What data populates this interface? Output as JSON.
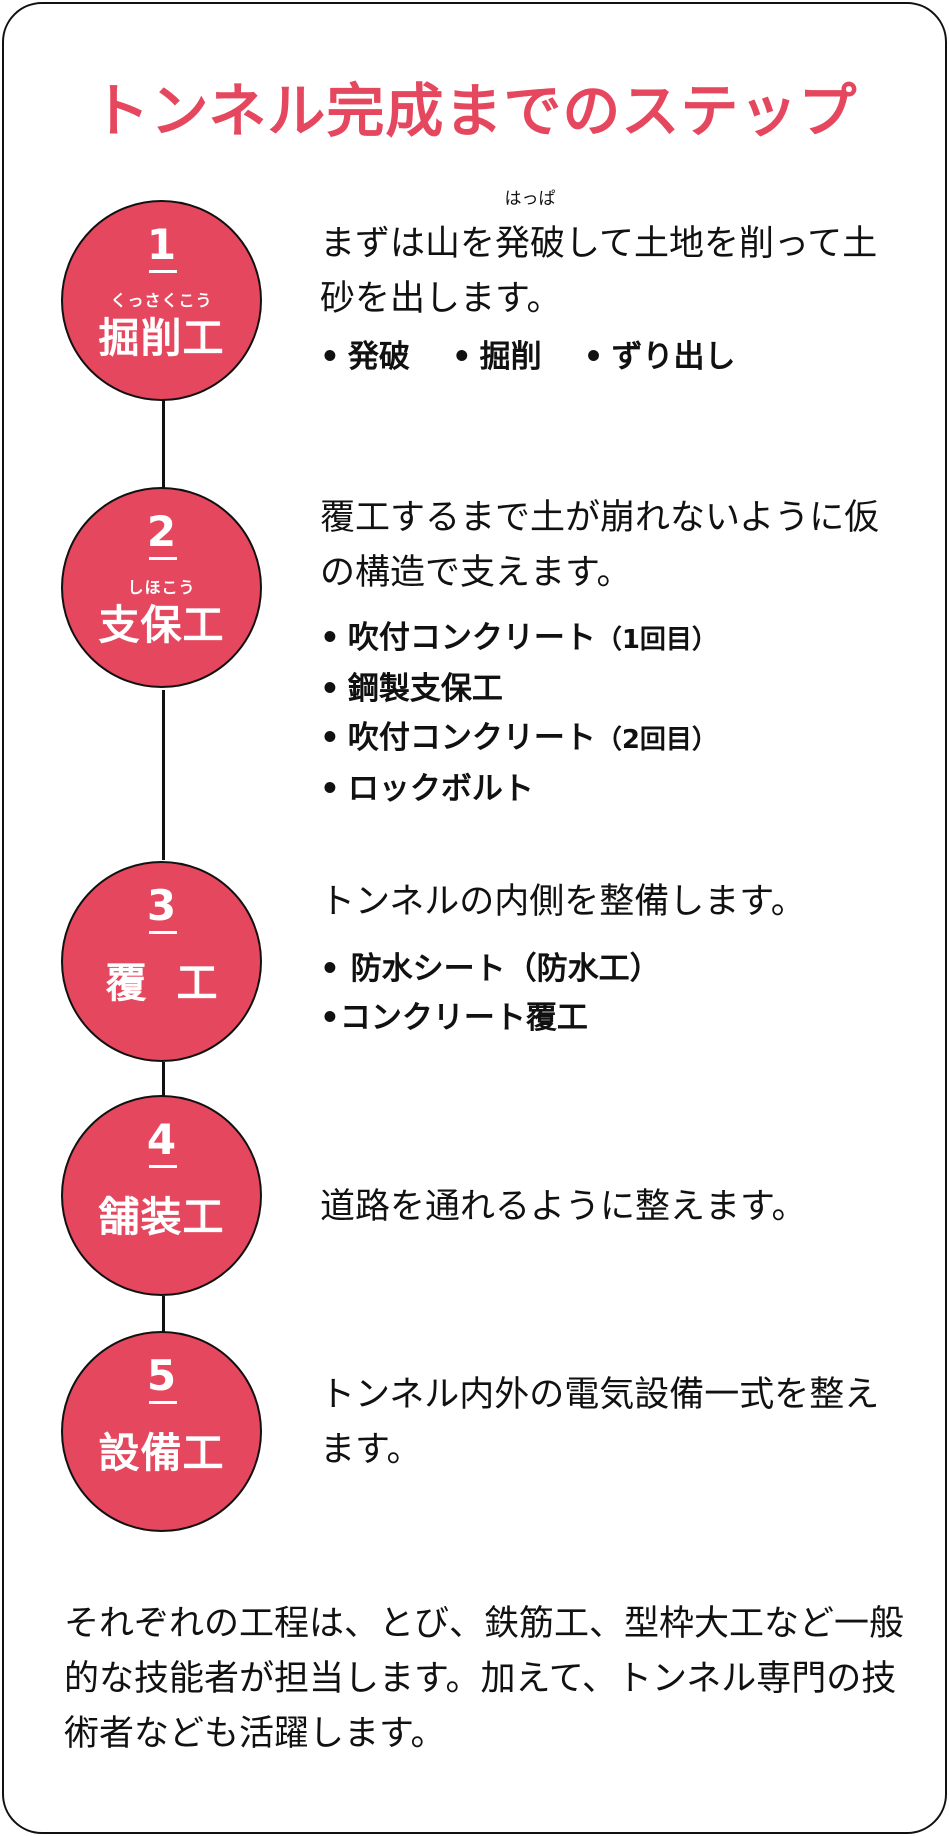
{
  "title": "トンネル完成までのステップ",
  "colors": {
    "accent": "#e5475e",
    "outline": "#111111",
    "background": "#ffffff"
  },
  "steps": [
    {
      "number": "1",
      "ruby": "くっさくこう",
      "name": "掘削工",
      "desc_pre": "まずは山を",
      "desc_ruby_base": "発破",
      "desc_ruby_text": "はっぱ",
      "desc_post": "して土地を削って土砂を出します。",
      "items": [
        "発破",
        "掘削",
        "ずり出し"
      ]
    },
    {
      "number": "2",
      "ruby": "しほこう",
      "name": "支保工",
      "desc": "覆工するまで土が崩れないように仮の構造で支えます。",
      "items": [
        {
          "main": "吹付コンクリート",
          "note": "（1回目）"
        },
        {
          "main": "鋼製支保工",
          "note": ""
        },
        {
          "main": "吹付コンクリート",
          "note": "（2回目）"
        },
        {
          "main": "ロックボルト",
          "note": ""
        }
      ]
    },
    {
      "number": "3",
      "name": "覆工",
      "desc": "トンネルの内側を整備します。",
      "items": [
        "• 防水シート（防水工）",
        "•コンクリート覆工"
      ]
    },
    {
      "number": "4",
      "name": "舗装工",
      "desc": "道路を通れるように整えます。"
    },
    {
      "number": "5",
      "name": "設備工",
      "desc": "トンネル内外の電気設備一式を整えます。"
    }
  ],
  "bullet": "•",
  "footer": "それぞれの工程は、とび、鉄筋工、型枠大工など一般的な技能者が担当します。加えて、トンネル専門の技術者なども活躍します。"
}
